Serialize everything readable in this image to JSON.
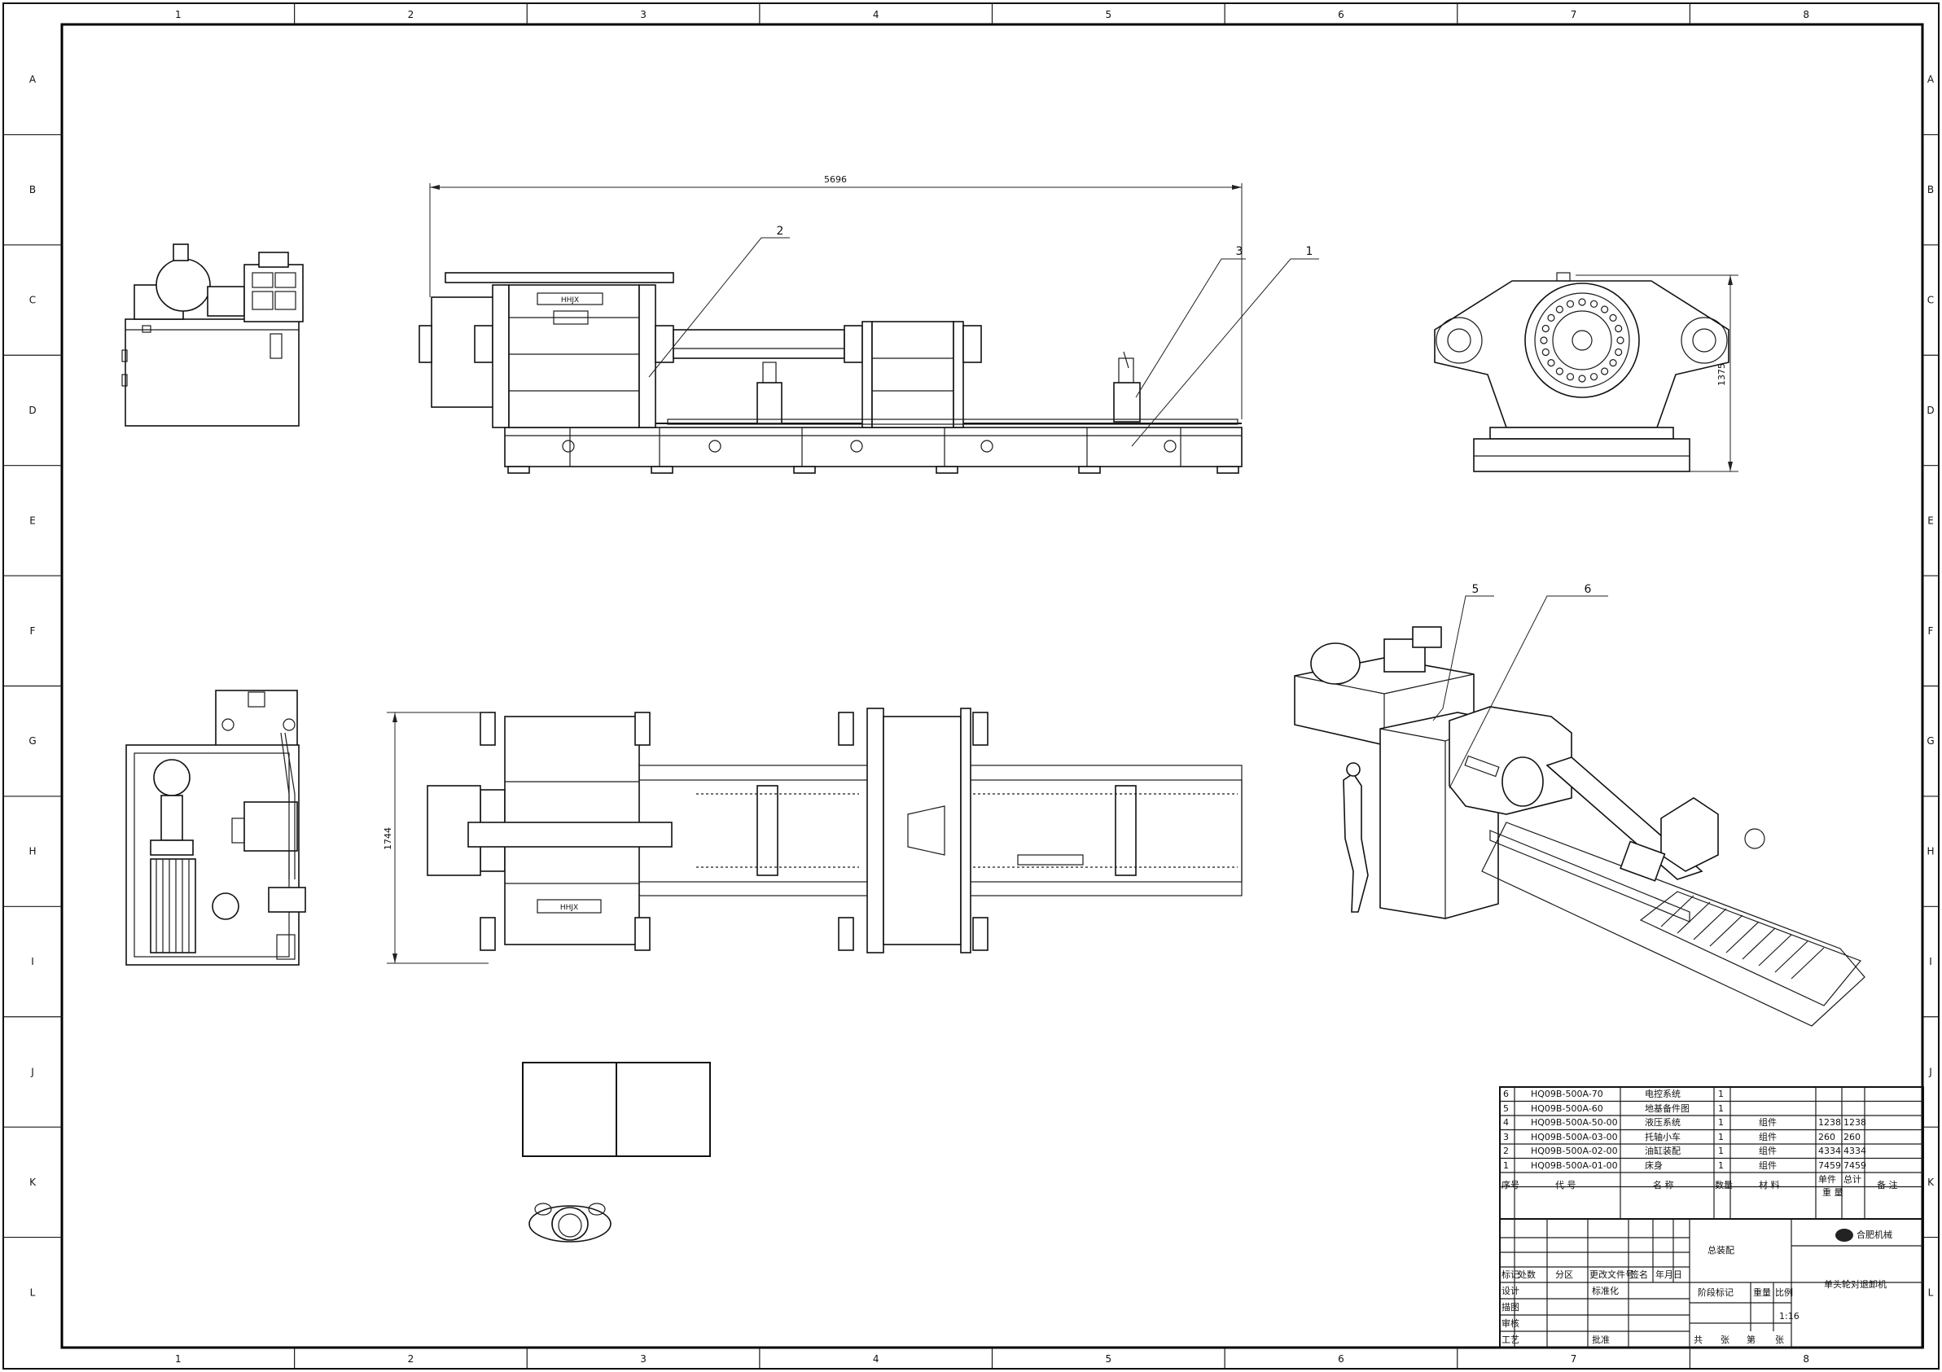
{
  "frame": {
    "columns": [
      "1",
      "2",
      "3",
      "4",
      "5",
      "6",
      "7",
      "8"
    ],
    "rows": [
      "A",
      "B",
      "C",
      "D",
      "E",
      "F",
      "G",
      "H",
      "I",
      "J",
      "K",
      "L"
    ]
  },
  "dimensions": {
    "overall_length": "5696",
    "end_view_height": "1375",
    "plan_width": "1744"
  },
  "balloons": [
    "1",
    "2",
    "3",
    "5",
    "6"
  ],
  "logo_text": "HHJX",
  "bom": {
    "rows": [
      {
        "no": "6",
        "code": "HQ09B-500A-70",
        "name": "电控系统",
        "qty": "1",
        "material": "",
        "unit_wt": "",
        "total_wt": "",
        "note": ""
      },
      {
        "no": "5",
        "code": "HQ09B-500A-60",
        "name": "地基备件图",
        "qty": "1",
        "material": "",
        "unit_wt": "",
        "total_wt": "",
        "note": ""
      },
      {
        "no": "4",
        "code": "HQ09B-500A-50-00",
        "name": "液压系统",
        "qty": "1",
        "material": "组件",
        "unit_wt": "1238",
        "total_wt": "1238",
        "note": ""
      },
      {
        "no": "3",
        "code": "HQ09B-500A-03-00",
        "name": "托轴小车",
        "qty": "1",
        "material": "组件",
        "unit_wt": "260",
        "total_wt": "260",
        "note": ""
      },
      {
        "no": "2",
        "code": "HQ09B-500A-02-00",
        "name": "油缸装配",
        "qty": "1",
        "material": "组件",
        "unit_wt": "4334",
        "total_wt": "4334",
        "note": ""
      },
      {
        "no": "1",
        "code": "HQ09B-500A-01-00",
        "name": "床身",
        "qty": "1",
        "material": "组件",
        "unit_wt": "7459",
        "total_wt": "7459",
        "note": ""
      }
    ],
    "header": {
      "no": "序号",
      "code": "代 号",
      "name": "名 称",
      "qty": "数量",
      "material": "材 料",
      "unit_wt": "单件",
      "total_wt": "总计",
      "weight": "重 量",
      "note": "备 注"
    }
  },
  "title_block": {
    "drawing_name": "总装配",
    "company": "合肥机械",
    "product": "单头轮对退卸机",
    "scale_value": "1:16",
    "labels": {
      "mark": "标记",
      "count": "处数",
      "zone": "分区",
      "change_doc": "更改文件号",
      "sign": "签名",
      "date": "年月日",
      "design": "设计",
      "standardize": "标准化",
      "trace": "描图",
      "review": "审核",
      "process": "工艺",
      "approve": "批准",
      "stage_mark": "阶段标记",
      "weight": "重量",
      "scale": "比例",
      "total_sheets": "共",
      "sheets": "张",
      "sheet_no": "第",
      "sheet": "张"
    }
  }
}
